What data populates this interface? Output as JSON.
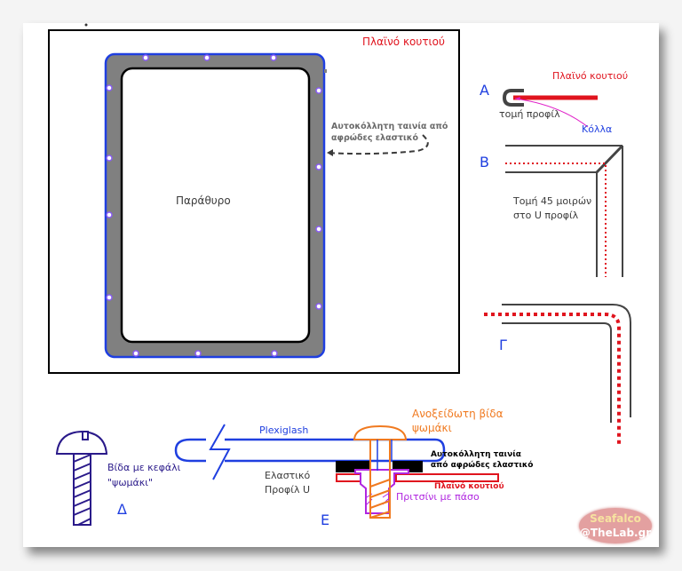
{
  "diagram": {
    "title_note": "Window mounting diagram for box side panel",
    "colors": {
      "frame_fill": "#808080",
      "frame_outline": "#1f3fe0",
      "hole": "#8a5cf6",
      "box_side": "#e0141e",
      "profile": "#3a3a3a",
      "glue": "#e020c8",
      "screw": "#f07a20",
      "rivnut": "#b026e0",
      "foam_tape": "#000000",
      "section_letters": "#1f3fe0"
    },
    "main_view": {
      "box_side_label": "Πλαϊνό κουτιού",
      "foam_tape_label_line1": "Αυτοκόλλητη ταινία από",
      "foam_tape_label_line2": "αφρώδες ελαστικό",
      "window_label": "Παράθυρο"
    },
    "section_a": {
      "letter": "A",
      "box_side_label": "Πλαϊνό κουτιού",
      "profile_section_label": "τομή προφίλ",
      "glue_label": "Κόλλα"
    },
    "section_b": {
      "letter": "B",
      "note_line1": "Τομή 45 μοιρών",
      "note_line2": "στο U προφίλ"
    },
    "section_g": {
      "letter": "Γ"
    },
    "section_d": {
      "letter": "Δ",
      "screw_label_line1": "Βίδα με κεφάλι",
      "screw_label_line2": "\"ψωμάκι\""
    },
    "section_e": {
      "letter": "E",
      "plexiglass_label": "Plexiglash",
      "profile_label_line1": "Ελαστικό",
      "profile_label_line2": "Προφίλ U",
      "screw_label_line1": "Ανοξείδωτη βίδα",
      "screw_label_line2": "ψωμάκι",
      "tape_label_line1": "Αυτοκόλλητη ταινία",
      "tape_label_line2": "από αφρώδες ελαστικό",
      "box_side_label": "Πλαϊνό κουτιού",
      "rivnut_label": "Πριτσίνι με πάσο"
    },
    "watermark": {
      "line1": "Seafalco",
      "line2": "@TheLab.gr"
    }
  }
}
